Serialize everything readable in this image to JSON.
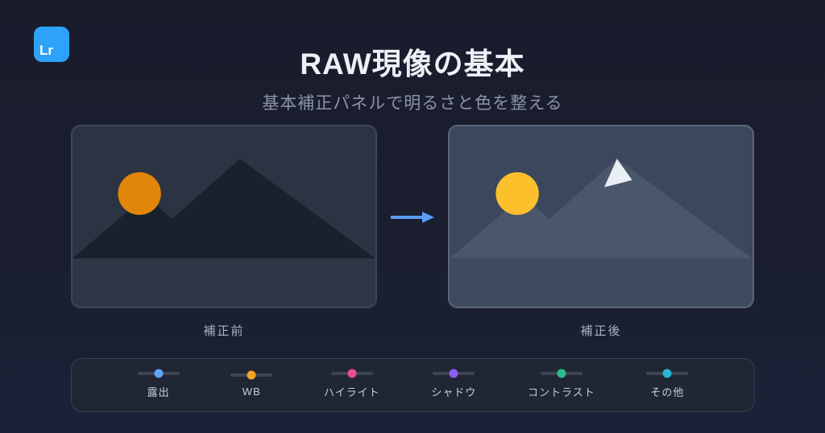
{
  "header": {
    "title": "RAW現像の基本",
    "subtitle": "基本補正パネルで明るさと色を整える"
  },
  "logo": {
    "label": "Lr",
    "color": "#2da2f8"
  },
  "comparison": {
    "before": {
      "label": "補正前",
      "sun_color": "#e2860a"
    },
    "after": {
      "label": "補正後",
      "sun_color": "#fcc02c",
      "snow_color": "#e9edf4"
    },
    "arrow_color": "#5b9cf6"
  },
  "adjustments": {
    "items": [
      {
        "label": "露出",
        "color": "#60a5fa"
      },
      {
        "label": "WB",
        "color": "#f5a524"
      },
      {
        "label": "ハイライト",
        "color": "#ec4d8b"
      },
      {
        "label": "シャドウ",
        "color": "#8b5cf6"
      },
      {
        "label": "コントラスト",
        "color": "#2bbd87"
      },
      {
        "label": "その他",
        "color": "#29b6d6"
      }
    ]
  }
}
